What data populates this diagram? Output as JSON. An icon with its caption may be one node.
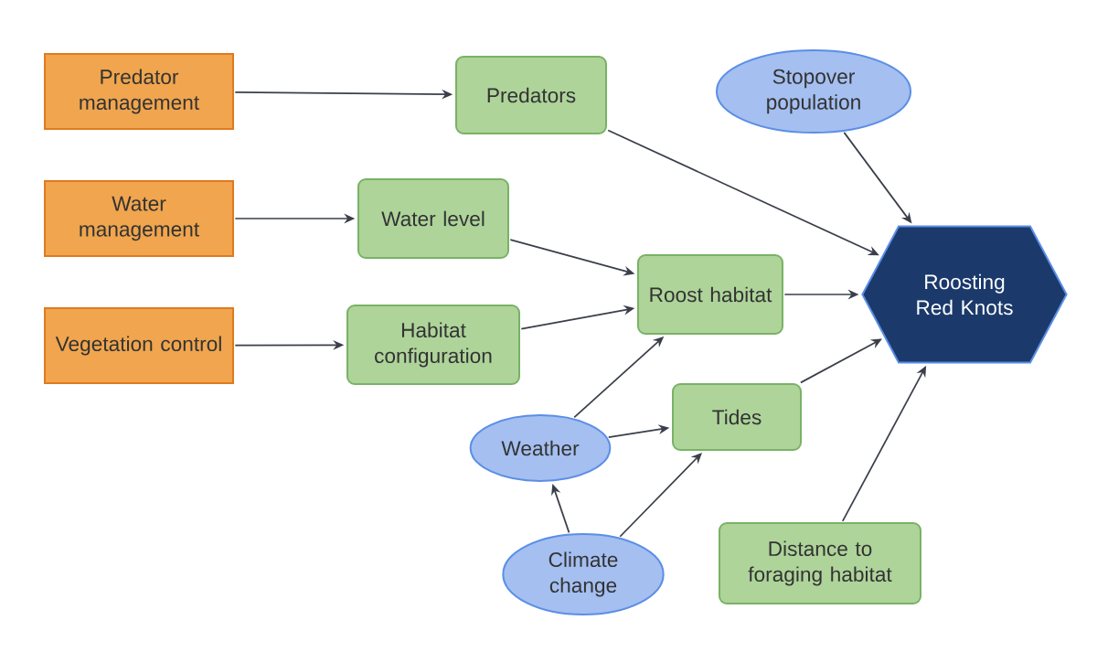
{
  "diagram": {
    "nodes": [
      {
        "text": [
          "Predator management"
        ]
      },
      {
        "text": [
          "Water management"
        ]
      },
      {
        "text": [
          "Vegetation control"
        ]
      },
      {
        "text": [
          "Predators"
        ]
      },
      {
        "text": [
          "Stopover population"
        ]
      },
      {
        "text": [
          "Water level"
        ]
      },
      {
        "text": [
          "Roost habitat"
        ]
      },
      {
        "text": [
          "Roosting Red Knots"
        ]
      },
      {
        "text": [
          "Habitat configuration"
        ]
      },
      {
        "text": [
          "Tides"
        ]
      },
      {
        "text": [
          "Weather"
        ]
      },
      {
        "text": [
          "Distance to foraging habitat"
        ]
      },
      {
        "text": [
          "Climate change"
        ]
      }
    ],
    "edges": [
      {
        "from": 0,
        "to": 3,
        "arrow": "to"
      },
      {
        "from": 1,
        "to": 5,
        "arrow": "to"
      },
      {
        "from": 2,
        "to": 8,
        "arrow": "to"
      },
      {
        "from": 3,
        "to": 7,
        "arrow": "to"
      },
      {
        "from": 4,
        "to": 7,
        "arrow": "to"
      },
      {
        "from": 5,
        "to": 6,
        "arrow": "to"
      },
      {
        "from": 8,
        "to": 6,
        "arrow": "to"
      },
      {
        "from": 6,
        "to": 7,
        "arrow": "to"
      },
      {
        "from": 10,
        "to": 6,
        "arrow": "to"
      },
      {
        "from": 10,
        "to": 9,
        "arrow": "to"
      },
      {
        "from": 9,
        "to": 7,
        "arrow": "to"
      },
      {
        "from": 12,
        "to": 10,
        "arrow": "to"
      },
      {
        "from": 12,
        "to": 9,
        "arrow": "to"
      },
      {
        "from": 11,
        "to": 7,
        "arrow": "to"
      }
    ]
  }
}
